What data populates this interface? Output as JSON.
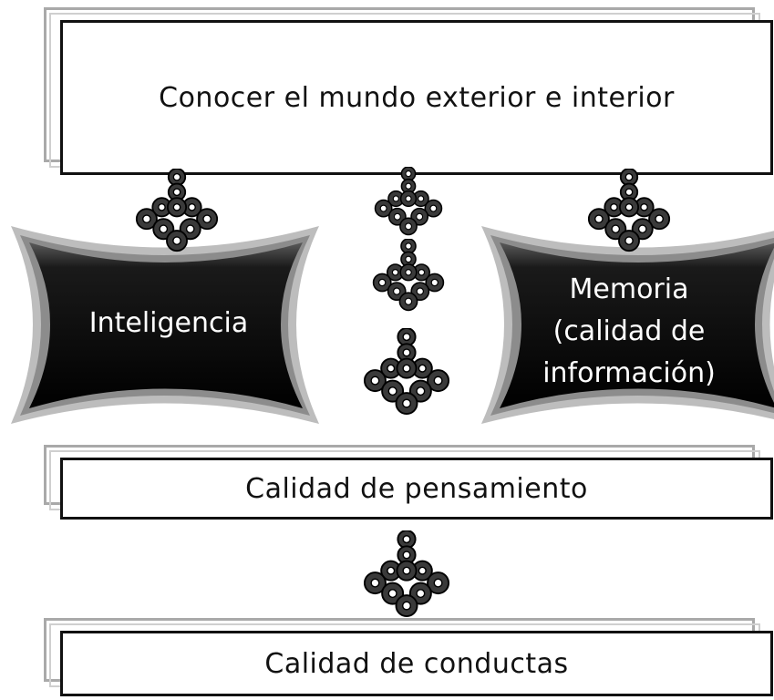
{
  "top_box": {
    "text": "Conocer el mundo exterior e interior"
  },
  "left_shape": {
    "text": "Inteligencia"
  },
  "right_shape": {
    "lines": [
      "Memoria",
      "(calidad de",
      "información)"
    ]
  },
  "middle_box": {
    "text": "Calidad de pensamiento"
  },
  "bottom_box": {
    "text": "Calidad de conductas"
  }
}
